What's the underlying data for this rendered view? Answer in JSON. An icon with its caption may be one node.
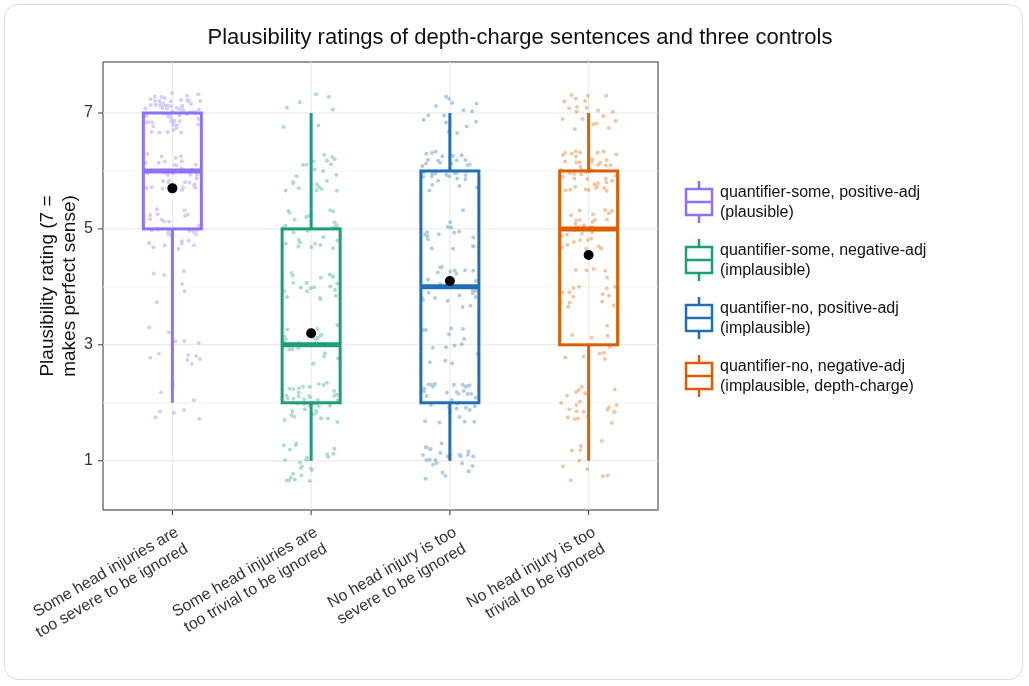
{
  "diagram": {
    "title": "Plausibility ratings of depth-charge sentences and three controls",
    "labels": [
      "7",
      "5",
      "3",
      "1",
      "Plausibility rating (7 = makes perfect sense)",
      "Some head injuries are too severe to be ignored",
      "Some head injuries are too trivial to be ignored",
      "No head injury is too severe to be ignored",
      "No head injury is too trivial to be ignored"
    ],
    "legend": [
      {
        "text": "quantifier-some, positive-adj (plausible)",
        "color": "#8f72f4"
      },
      {
        "text": "quantifier-some, negative-adj (implausible)",
        "color": "#1b9e77"
      },
      {
        "text": "quantifier-no, positive-adj (implausible)",
        "color": "#1f6fb2"
      },
      {
        "text": "quantifier-no, negative-adj (implausible, depth-charge)",
        "color": "#d95f02"
      }
    ]
  }
}
